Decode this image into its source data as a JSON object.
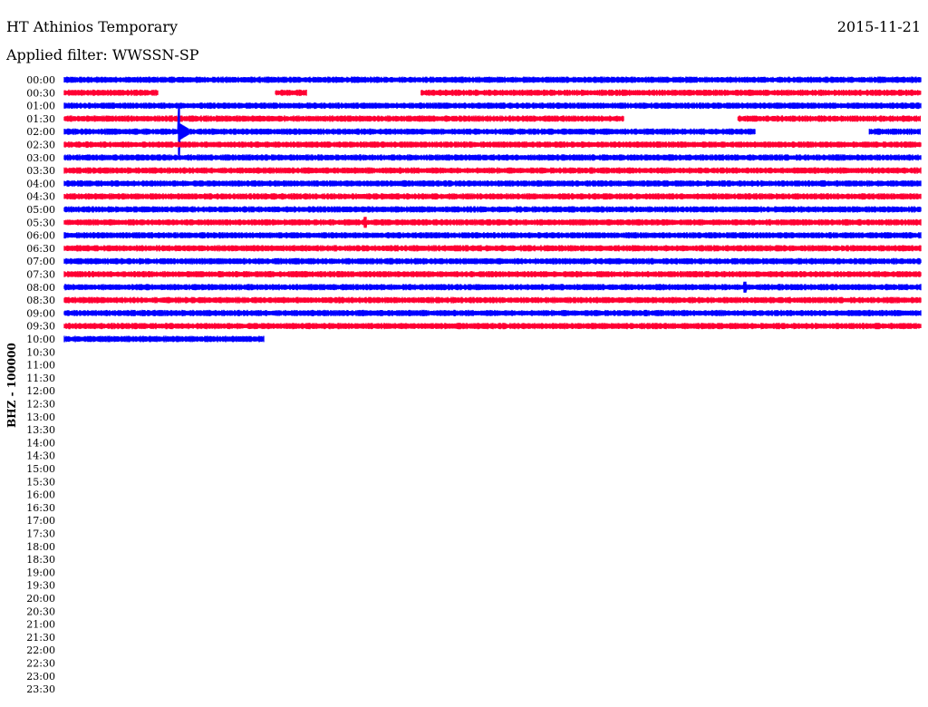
{
  "header": {
    "station": "HT Athinios Temporary",
    "date": "2015-11-21",
    "filter": "Applied filter: WWSSN-SP"
  },
  "chart_data": {
    "type": "line",
    "title": "HT Athinios Temporary",
    "ylabel": "BHZ - 100000",
    "colors": [
      "#0000ff",
      "#ff0033"
    ],
    "rows": [
      "00:00",
      "00:30",
      "01:00",
      "01:30",
      "02:00",
      "02:30",
      "03:00",
      "03:30",
      "04:00",
      "04:30",
      "05:00",
      "05:30",
      "06:00",
      "06:30",
      "07:00",
      "07:30",
      "08:00",
      "08:30",
      "09:00",
      "09:30",
      "10:00",
      "10:30",
      "11:00",
      "11:30",
      "12:00",
      "12:30",
      "13:00",
      "13:30",
      "14:00",
      "14:30",
      "15:00",
      "15:30",
      "16:00",
      "16:30",
      "17:00",
      "17:30",
      "18:00",
      "18:30",
      "19:00",
      "19:30",
      "20:00",
      "20:30",
      "21:00",
      "21:30",
      "22:00",
      "22:30",
      "23:00",
      "23:30"
    ],
    "data_rows": 21,
    "segments_minutes": {
      "1": [
        [
          0,
          3.3
        ],
        [
          7.4,
          8.5
        ],
        [
          12.5,
          30
        ]
      ],
      "3": [
        [
          0,
          19.6
        ],
        [
          23.6,
          30
        ]
      ],
      "4": [
        [
          0,
          24.2
        ],
        [
          28.2,
          30
        ]
      ],
      "20": [
        [
          0,
          7
        ]
      ]
    },
    "events": [
      {
        "row": 4,
        "minute": 4.0,
        "amplitude": "large"
      },
      {
        "row": 16,
        "minute": 23.8,
        "amplitude": "small"
      },
      {
        "row": 11,
        "minute": 10.5,
        "amplitude": "small"
      }
    ]
  }
}
